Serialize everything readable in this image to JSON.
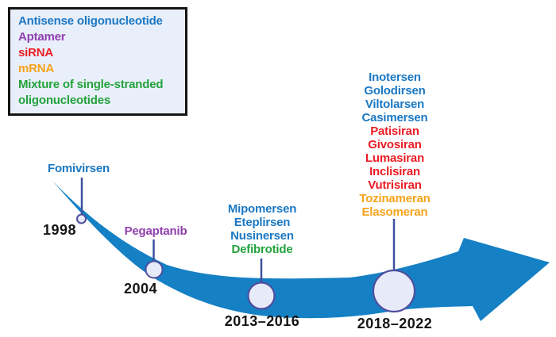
{
  "figure": {
    "description": "Timeline of approved oligonucleotide therapeutics shown on a blue swoosh arrow",
    "background": "#ffffff"
  },
  "colors": {
    "antisense": "#1b78c4",
    "aptamer": "#8f3fae",
    "sirna": "#ec1c24",
    "mrna": "#f6a31b",
    "mixture": "#23a23c",
    "arrow": "#1580c4",
    "connector": "#3e509f",
    "circle_fill": "#e7ebf9",
    "circle_stroke": "#504e9e",
    "year_text": "#151515",
    "legend_bg": "#e9effa",
    "legend_border": "#141414"
  },
  "legend": {
    "items": [
      {
        "label": "Antisense oligonucleotide",
        "type": "antisense"
      },
      {
        "label": "Aptamer",
        "type": "aptamer"
      },
      {
        "label": "siRNA",
        "type": "sirna"
      },
      {
        "label": "mRNA",
        "type": "mrna"
      },
      {
        "label": "Mixture of single-stranded oligonucleotides",
        "type": "mixture"
      }
    ]
  },
  "timeline": {
    "milestones": [
      {
        "year": "1998",
        "drugs": [
          {
            "name": "Fomivirsen",
            "type": "antisense"
          }
        ]
      },
      {
        "year": "2004",
        "drugs": [
          {
            "name": "Pegaptanib",
            "type": "aptamer"
          }
        ]
      },
      {
        "year": "2013–2016",
        "drugs": [
          {
            "name": "Mipomersen",
            "type": "antisense"
          },
          {
            "name": "Eteplirsen",
            "type": "antisense"
          },
          {
            "name": "Nusinersen",
            "type": "antisense"
          },
          {
            "name": "Defibrotide",
            "type": "mixture"
          }
        ]
      },
      {
        "year": "2018–2022",
        "drugs": [
          {
            "name": "Inotersen",
            "type": "antisense"
          },
          {
            "name": "Golodirsen",
            "type": "antisense"
          },
          {
            "name": "Viltolarsen",
            "type": "antisense"
          },
          {
            "name": "Casimersen",
            "type": "antisense"
          },
          {
            "name": "Patisiran",
            "type": "sirna"
          },
          {
            "name": "Givosiran",
            "type": "sirna"
          },
          {
            "name": "Lumasiran",
            "type": "sirna"
          },
          {
            "name": "Inclisiran",
            "type": "sirna"
          },
          {
            "name": "Vutrisiran",
            "type": "sirna"
          },
          {
            "name": "Tozinameran",
            "type": "mrna"
          },
          {
            "name": "Elasomeran",
            "type": "mrna"
          }
        ]
      }
    ]
  }
}
